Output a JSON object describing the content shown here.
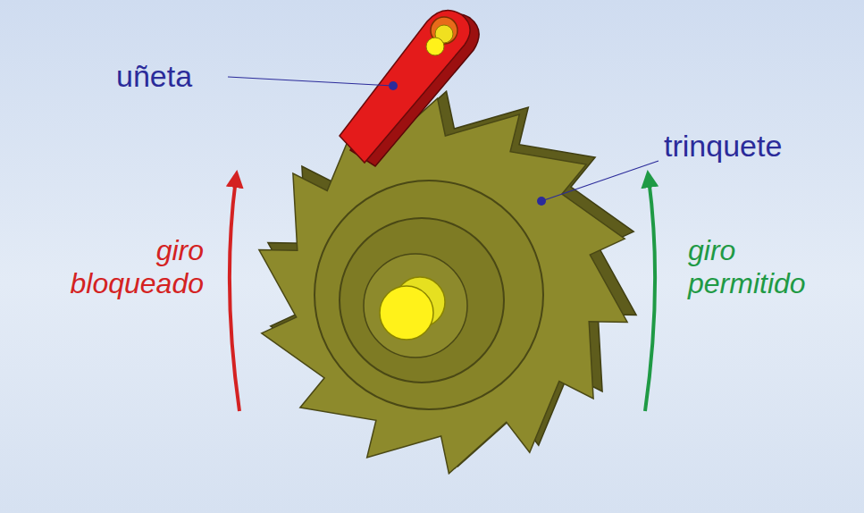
{
  "diagram": {
    "labels": [
      "uñeta",
      "trinquete",
      "giro bloqueado",
      "giro permitido"
    ]
  }
}
